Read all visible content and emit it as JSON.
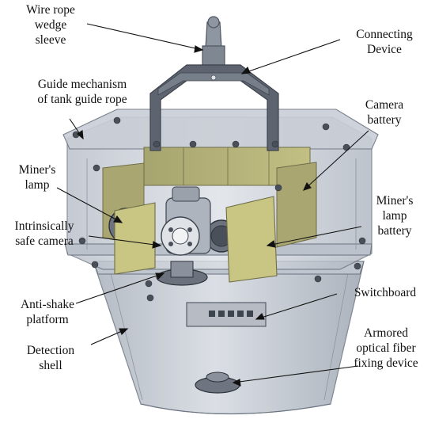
{
  "labels": {
    "wire_rope": "Wire rope\nwedge\nsleeve",
    "connecting": "Connecting\nDevice",
    "guide": "Guide mechanism\nof tank guide rope",
    "camera_battery": "Camera\nbattery",
    "miner_lamp": "Miner's\nlamp",
    "camera": "Intrinsically\nsafe camera",
    "lamp_battery": "Miner's\nlamp\nbattery",
    "switchboard": "Switchboard",
    "anti_shake": "Anti-shake\nplatform",
    "detection": "Detection\nshell",
    "fiber": "Armored\noptical fiber\nfixing device"
  },
  "colors": {
    "shell": "#c7cdd6",
    "shell_edge": "#6b7380",
    "battery": "#b3b179",
    "lamp_battery": "#c9c684",
    "bracket": "#4e5560",
    "camera_body": "#d8dbe0"
  }
}
